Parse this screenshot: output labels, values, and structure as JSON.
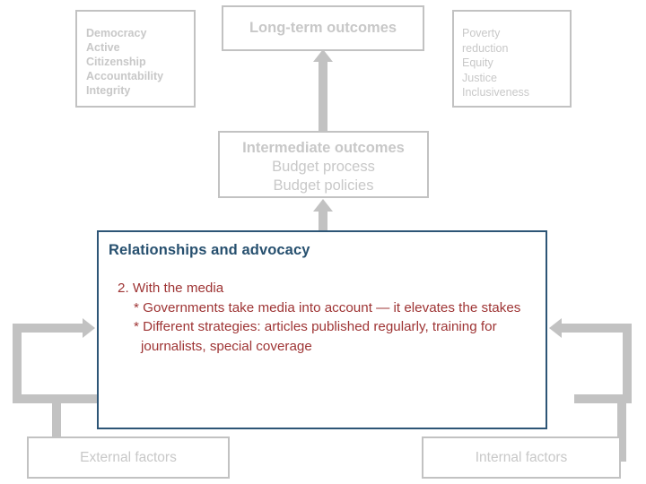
{
  "slide": {
    "colors": {
      "faded_gray": "#c8c8c8",
      "box_border_gray": "#c2c2c2",
      "main_border_navy": "#2d5576",
      "main_title_navy": "#27506f",
      "body_red": "#9e3434"
    }
  },
  "boxes": {
    "democracy": {
      "name": "values-box",
      "lines": [
        "Democracy",
        "Active",
        "Citizenship",
        "Accountability",
        "Integrity"
      ]
    },
    "long_term": {
      "title": "Long-term outcomes"
    },
    "poverty": {
      "name": "impact-box",
      "lines": [
        "Poverty",
        "reduction",
        "Equity",
        "Justice",
        "Inclusiveness"
      ]
    },
    "intermediate": {
      "heading": "Intermediate outcomes",
      "lines": [
        "Budget process",
        "Budget policies"
      ]
    },
    "main": {
      "title": "Relationships and advocacy",
      "items": [
        "2.  With the media",
        "*  Governments take media into account — it elevates the stakes",
        "*  Different strategies: articles published regularly, training for",
        "journalists, special coverage"
      ]
    },
    "external": {
      "label": "External factors"
    },
    "internal": {
      "label": "Internal factors"
    }
  }
}
